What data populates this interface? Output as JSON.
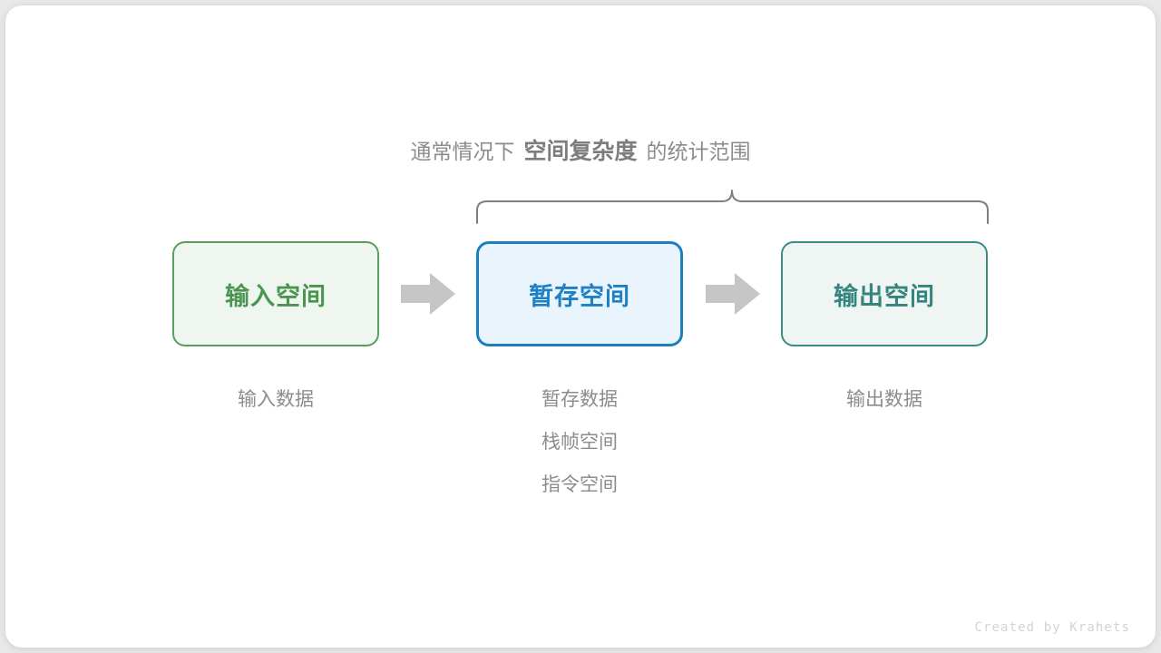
{
  "diagram": {
    "caption": {
      "prefix": "通常情况下",
      "emphasis": "空间复杂度",
      "suffix": "的统计范围"
    },
    "brace": {
      "name": "scope-brace",
      "color": "#7f7f7f",
      "spans": [
        "暂存空间",
        "输出空间"
      ]
    },
    "boxes": [
      {
        "id": "input",
        "label": "输入空间",
        "border_color": "#59a05c",
        "fill_color": "#eff6ef",
        "text_color": "#4a9550",
        "sub_labels": [
          "输入数据"
        ]
      },
      {
        "id": "temp",
        "label": "暂存空间",
        "border_color": "#1b7fc0",
        "fill_color": "#e9f4fc",
        "text_color": "#1f80c4",
        "sub_labels": [
          "暂存数据",
          "栈帧空间",
          "指令空间"
        ]
      },
      {
        "id": "output",
        "label": "输出空间",
        "border_color": "#3b8c85",
        "fill_color": "#eef5f3",
        "text_color": "#35847e",
        "sub_labels": [
          "输出数据"
        ]
      }
    ],
    "arrows": [
      {
        "id": "input-to-temp",
        "color": "#c6c6c6",
        "direction": "right"
      },
      {
        "id": "temp-to-output",
        "color": "#c6c6c6",
        "direction": "right"
      }
    ],
    "signature": "Created by Krahets",
    "background_color": "#e9e9e9",
    "card_color": "#ffffff"
  }
}
